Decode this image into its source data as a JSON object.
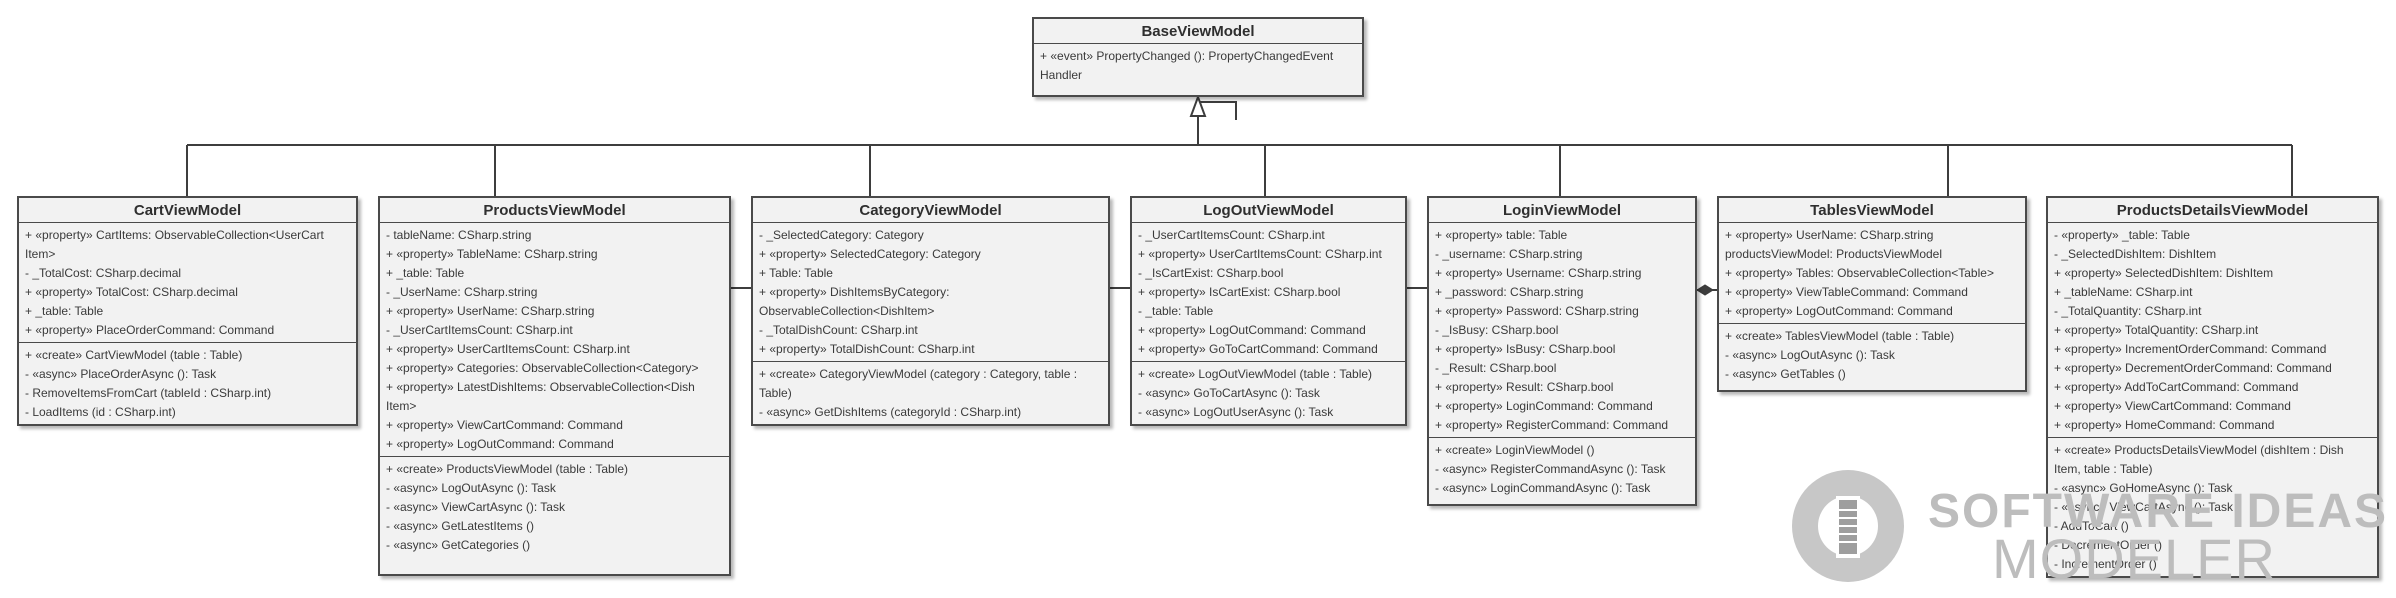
{
  "diagram": {
    "classes": [
      {
        "id": "base",
        "name": "BaseViewModel",
        "compartments": [
          [
            "+ «event» PropertyChanged (): PropertyChangedEvent Handler"
          ]
        ]
      },
      {
        "id": "cart",
        "name": "CartViewModel",
        "compartments": [
          [
            "+ «property» CartItems: ObservableCollection<UserCart Item>",
            "- _TotalCost: CSharp.decimal",
            "+ «property» TotalCost: CSharp.decimal",
            "+ _table: Table",
            "+ «property» PlaceOrderCommand: Command"
          ],
          [
            "+ «create» CartViewModel (table : Table)",
            "- «async» PlaceOrderAsync (): Task",
            "- RemoveItemsFromCart (tableId : CSharp.int)",
            "- LoadItems (id : CSharp.int)"
          ]
        ]
      },
      {
        "id": "products",
        "name": "ProductsViewModel",
        "compartments": [
          [
            "- tableName: CSharp.string",
            "+ «property» TableName: CSharp.string",
            "+ _table: Table",
            "- _UserName: CSharp.string",
            "+ «property» UserName: CSharp.string",
            "- _UserCartItemsCount: CSharp.int",
            "+ «property» UserCartItemsCount: CSharp.int",
            "+ «property» Categories: ObservableCollection<Category>",
            "+ «property» LatestDishItems: ObservableCollection<Dish Item>",
            "+ «property» ViewCartCommand: Command",
            "+ «property» LogOutCommand: Command"
          ],
          [
            "+ «create» ProductsViewModel (table : Table)",
            "- «async» LogOutAsync (): Task",
            "- «async» ViewCartAsync (): Task",
            "- «async» GetLatestItems ()",
            "- «async» GetCategories ()"
          ]
        ]
      },
      {
        "id": "category",
        "name": "CategoryViewModel",
        "compartments": [
          [
            "- _SelectedCategory: Category",
            "+ «property» SelectedCategory: Category",
            "+ Table: Table",
            "+ «property» DishItemsByCategory: ObservableCollection<DishItem>",
            "- _TotalDishCount: CSharp.int",
            "+ «property» TotalDishCount: CSharp.int"
          ],
          [
            "+ «create» CategoryViewModel (category : Category, table : Table)",
            "- «async» GetDishItems (categoryId : CSharp.int)"
          ]
        ]
      },
      {
        "id": "logout",
        "name": "LogOutViewModel",
        "compartments": [
          [
            "- _UserCartItemsCount: CSharp.int",
            "+ «property» UserCartItemsCount: CSharp.int",
            "- _IsCartExist: CSharp.bool",
            "+ «property» IsCartExist: CSharp.bool",
            "- _table: Table",
            "+ «property» LogOutCommand: Command",
            "+ «property» GoToCartCommand: Command"
          ],
          [
            "+ «create» LogOutViewModel (table : Table)",
            "- «async» GoToCartAsync (): Task",
            "- «async» LogOutUserAsync (): Task"
          ]
        ]
      },
      {
        "id": "login",
        "name": "LoginViewModel",
        "compartments": [
          [
            "+ «property» table: Table",
            "- _username: CSharp.string",
            "+ «property» Username: CSharp.string",
            "+ _password: CSharp.string",
            "+ «property» Password: CSharp.string",
            "- _IsBusy: CSharp.bool",
            "+ «property» IsBusy: CSharp.bool",
            "- _Result: CSharp.bool",
            "+ «property» Result: CSharp.bool",
            "+ «property» LoginCommand: Command",
            "+ «property» RegisterCommand: Command"
          ],
          [
            "+ «create» LoginViewModel ()",
            "- «async» RegisterCommandAsync (): Task",
            "- «async» LoginCommandAsync (): Task"
          ]
        ]
      },
      {
        "id": "tables",
        "name": "TablesViewModel",
        "compartments": [
          [
            "+ «property» UserName: CSharp.string",
            "productsViewModel: ProductsViewModel",
            "+ «property» Tables: ObservableCollection<Table>",
            "+ «property» ViewTableCommand: Command",
            "+ «property» LogOutCommand: Command"
          ],
          [
            "+ «create» TablesViewModel (table : Table)",
            "- «async» LogOutAsync (): Task",
            "- «async» GetTables ()"
          ]
        ]
      },
      {
        "id": "details",
        "name": "ProductsDetailsViewModel",
        "compartments": [
          [
            "- «property» _table: Table",
            "- _SelectedDishItem: DishItem",
            "+ «property» SelectedDishItem: DishItem",
            "+ _tableName: CSharp.int",
            "- _TotalQuantity: CSharp.int",
            "+ «property» TotalQuantity: CSharp.int",
            "+ «property» IncrementOrderCommand: Command",
            "+ «property» DecrementOrderCommand: Command",
            "+ «property» AddToCartCommand: Command",
            "+ «property» ViewCartCommand: Command",
            "+ «property» HomeCommand: Command"
          ],
          [
            "+ «create» ProductsDetailsViewModel (dishItem : Dish Item, table : Table)",
            "- «async» GoHomeAsync (): Task",
            "- «async» ViewCartAsync (): Task",
            "- AddToCart ()",
            "- DecrementOrder ()",
            "- IncrementOrder ()"
          ]
        ]
      }
    ]
  },
  "watermark": {
    "line1": "SOFTWARE IDEAS",
    "line2": "MODELER"
  }
}
